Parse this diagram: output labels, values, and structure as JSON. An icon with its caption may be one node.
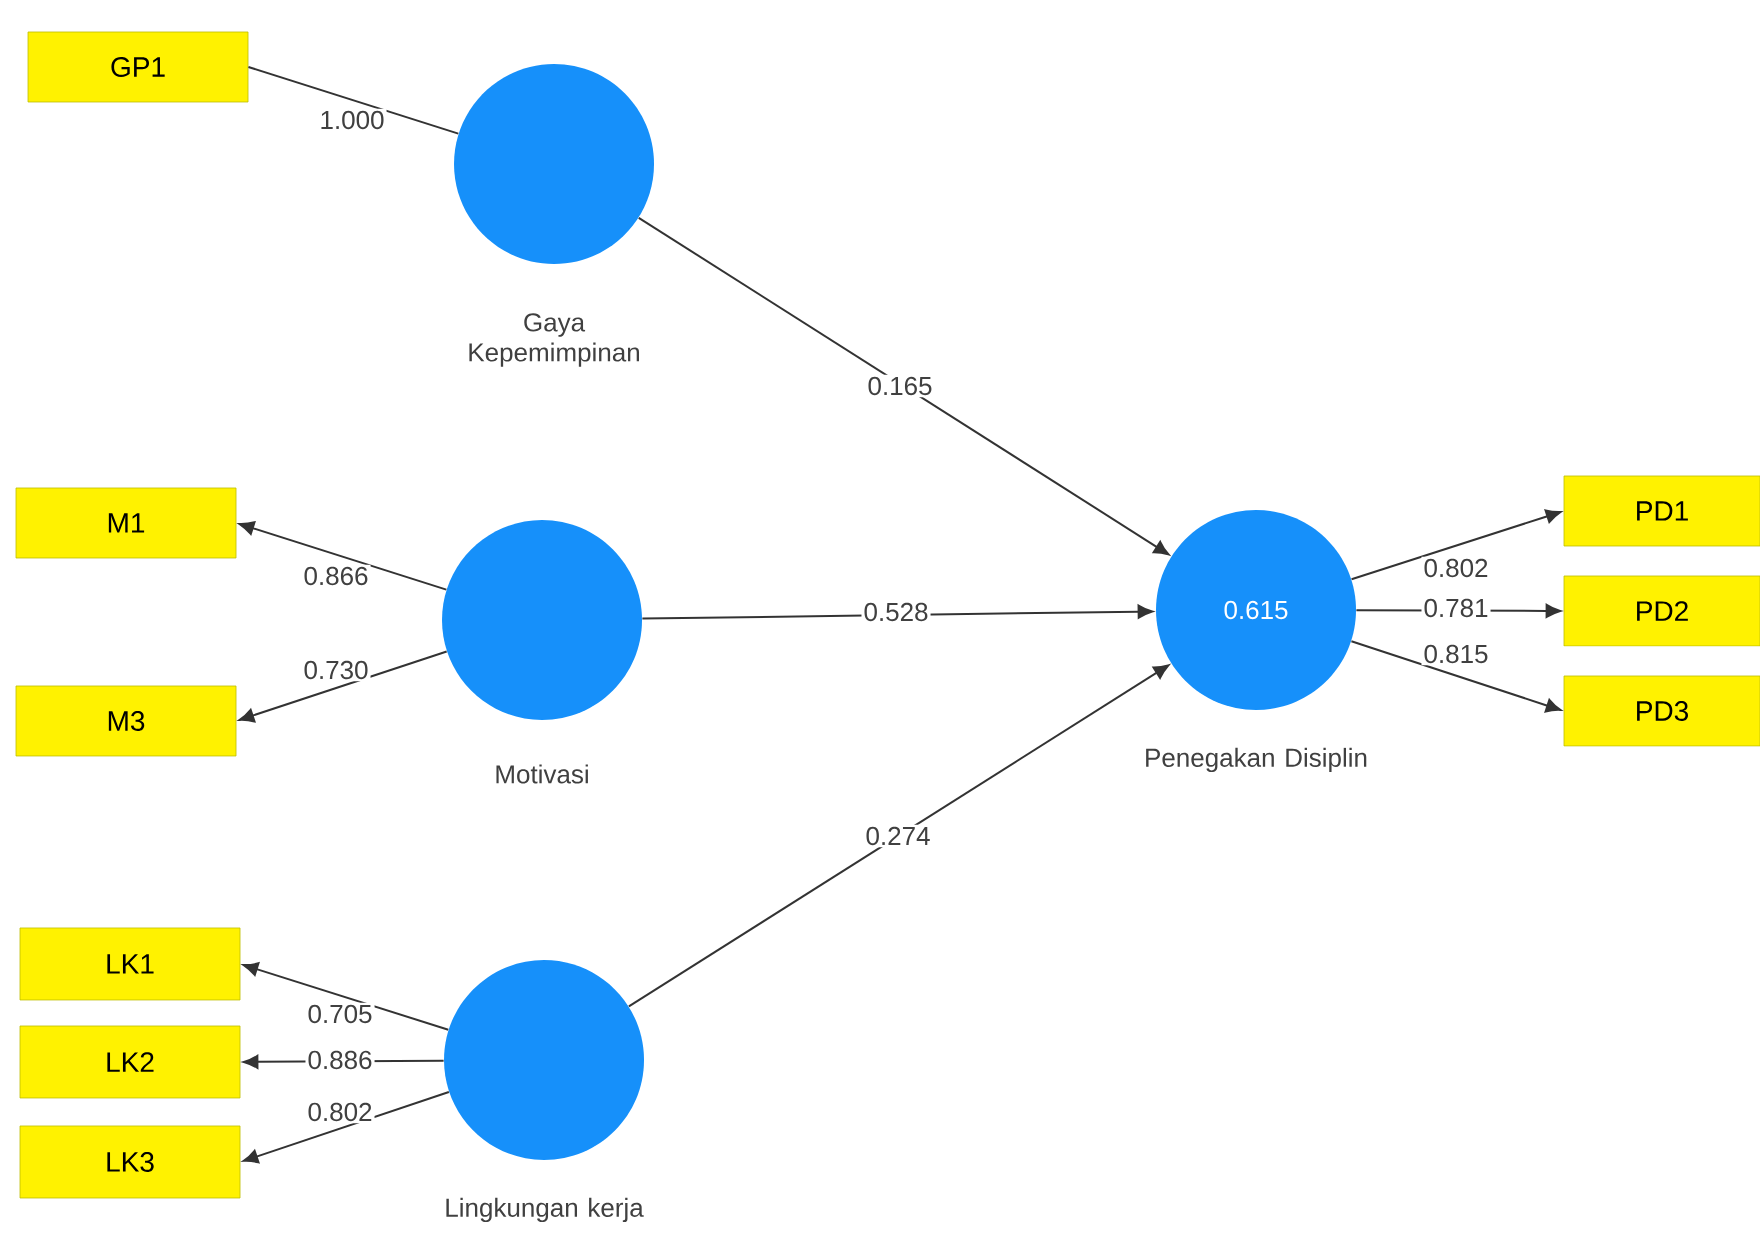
{
  "diagram": {
    "nodes": [
      {
        "text": [
          "GP1"
        ]
      },
      {
        "text": [],
        "shape": "circle",
        "beside": [
          "Gaya Kepemimpinan"
        ]
      },
      {
        "text": [
          "M1"
        ]
      },
      {
        "text": [],
        "shape": "circle",
        "beside": [
          "Motivasi"
        ]
      },
      {
        "text": [
          "M3"
        ]
      },
      {
        "text": [
          "0.615"
        ],
        "beside": [
          "Penegakan Disiplin"
        ]
      },
      {
        "text": [
          "PD1"
        ]
      },
      {
        "text": [
          "PD2"
        ]
      },
      {
        "text": [
          "PD3"
        ]
      },
      {
        "text": [
          "LK1"
        ]
      },
      {
        "text": [
          "LK2"
        ]
      },
      {
        "text": [
          "LK3"
        ]
      },
      {
        "text": [],
        "shape": "circle",
        "beside": [
          "Lingkungan kerja"
        ]
      }
    ],
    "edges": [
      {
        "from": 0,
        "to": 1,
        "arrow": "none",
        "label": "1.000"
      },
      {
        "from": 1,
        "to": 5,
        "arrow": "to",
        "label": "0.165"
      },
      {
        "from": 3,
        "to": 2,
        "arrow": "to",
        "label": "0.866"
      },
      {
        "from": 3,
        "to": 4,
        "arrow": "to",
        "label": "0.730"
      },
      {
        "from": 3,
        "to": 5,
        "arrow": "to",
        "label": "0.528"
      },
      {
        "from": 12,
        "to": 5,
        "arrow": "to",
        "label": "0.274"
      },
      {
        "from": 5,
        "to": 6,
        "arrow": "to",
        "label": "0.802"
      },
      {
        "from": 5,
        "to": 7,
        "arrow": "to",
        "label": "0.781"
      },
      {
        "from": 5,
        "to": 8,
        "arrow": "to",
        "label": "0.815"
      },
      {
        "from": 12,
        "to": 9,
        "arrow": "to",
        "label": "0.705"
      },
      {
        "from": 12,
        "to": 10,
        "arrow": "to",
        "label": "0.886"
      },
      {
        "from": 12,
        "to": 11,
        "arrow": "to",
        "label": "0.802"
      }
    ]
  }
}
